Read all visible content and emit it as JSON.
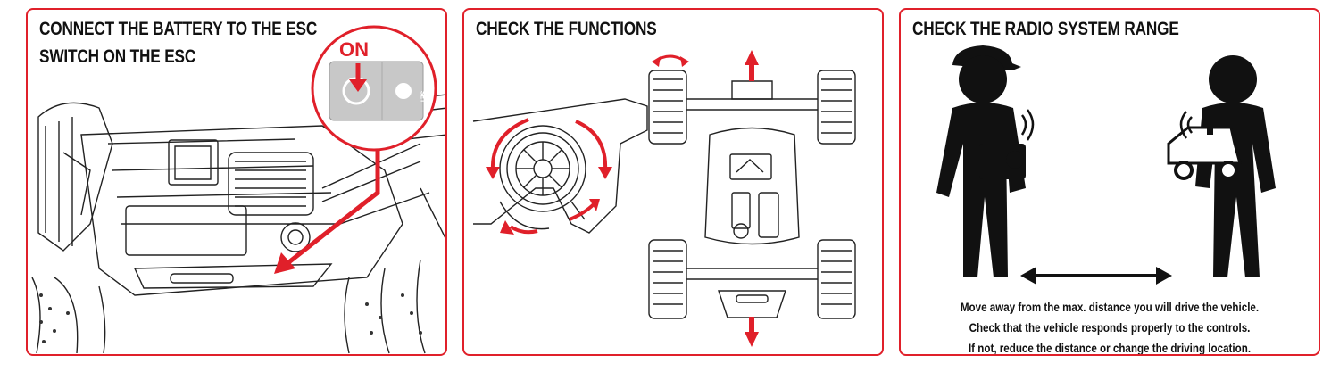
{
  "panels": [
    {
      "title_lines": [
        "CONNECT THE BATTERY TO THE ESC",
        "SWITCH ON THE ESC"
      ],
      "callout_label": "ON",
      "switch_button_label": "SET"
    },
    {
      "title_lines": [
        "CHECK THE FUNCTIONS"
      ]
    },
    {
      "title_lines": [
        "CHECK THE RADIO SYSTEM RANGE"
      ],
      "caption_lines": [
        "Move away from the max. distance you will drive the vehicle.",
        "Check that the vehicle responds properly to the controls.",
        "If not, reduce the distance or change the driving location."
      ]
    }
  ],
  "colors": {
    "accent": "#e0202a",
    "ink": "#111111",
    "switch_gray": "#c8c8c8"
  }
}
